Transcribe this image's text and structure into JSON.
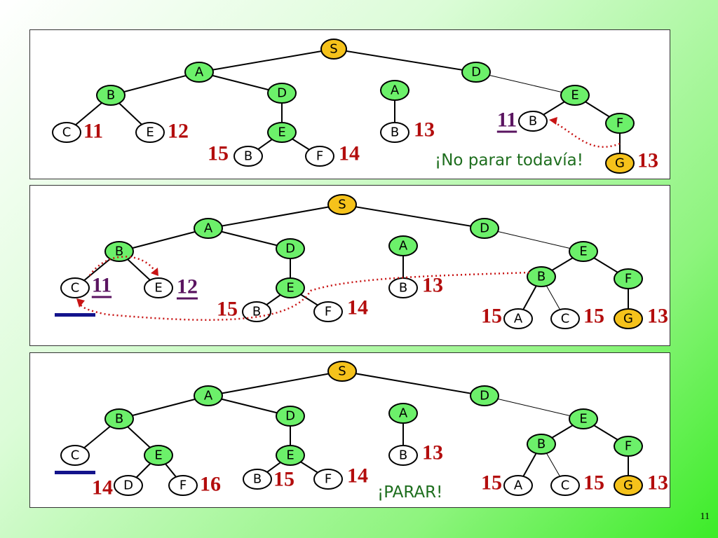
{
  "colors": {
    "green_node": "#6cf06a",
    "orange_node": "#f5c21b",
    "white_node": "#ffffff",
    "cost_red": "#b30d0d",
    "cost_purple": "#5a1460",
    "message_green": "#1e6e1e",
    "arrow_red": "#c81414",
    "bar_blue": "#14148c"
  },
  "panels": [
    {
      "nodes": [
        {
          "label": "S",
          "style": "orange"
        },
        {
          "label": "A",
          "style": "green"
        },
        {
          "label": "D",
          "style": "green"
        },
        {
          "label": "B",
          "style": "green"
        },
        {
          "label": "D",
          "style": "green"
        },
        {
          "label": "A",
          "style": "green"
        },
        {
          "label": "E",
          "style": "green"
        },
        {
          "label": "C",
          "style": "white"
        },
        {
          "label": "E",
          "style": "white"
        },
        {
          "label": "E",
          "style": "green"
        },
        {
          "label": "B",
          "style": "white"
        },
        {
          "label": "B",
          "style": "white"
        },
        {
          "label": "F",
          "style": "white"
        },
        {
          "label": "B",
          "style": "white"
        },
        {
          "label": "F",
          "style": "green"
        },
        {
          "label": "G",
          "style": "orange"
        }
      ],
      "costs": [
        {
          "text": "11",
          "style": "red"
        },
        {
          "text": "12",
          "style": "red"
        },
        {
          "text": "13",
          "style": "red"
        },
        {
          "text": "15",
          "style": "red"
        },
        {
          "text": "14",
          "style": "red"
        },
        {
          "text": "11",
          "style": "purple"
        },
        {
          "text": "13",
          "style": "red"
        }
      ],
      "message": "¡No parar todavía!"
    },
    {
      "nodes": [
        {
          "label": "S",
          "style": "orange"
        },
        {
          "label": "A",
          "style": "green"
        },
        {
          "label": "D",
          "style": "green"
        },
        {
          "label": "B",
          "style": "green"
        },
        {
          "label": "D",
          "style": "green"
        },
        {
          "label": "A",
          "style": "green"
        },
        {
          "label": "E",
          "style": "green"
        },
        {
          "label": "C",
          "style": "white"
        },
        {
          "label": "E",
          "style": "white"
        },
        {
          "label": "E",
          "style": "green"
        },
        {
          "label": "B",
          "style": "white"
        },
        {
          "label": "B",
          "style": "white"
        },
        {
          "label": "F",
          "style": "white"
        },
        {
          "label": "B",
          "style": "green"
        },
        {
          "label": "F",
          "style": "green"
        },
        {
          "label": "A",
          "style": "white"
        },
        {
          "label": "C",
          "style": "white"
        },
        {
          "label": "G",
          "style": "orange"
        }
      ],
      "costs": [
        {
          "text": "11",
          "style": "purple"
        },
        {
          "text": "12",
          "style": "purple"
        },
        {
          "text": "13",
          "style": "red"
        },
        {
          "text": "15",
          "style": "red"
        },
        {
          "text": "14",
          "style": "red"
        },
        {
          "text": "15",
          "style": "red"
        },
        {
          "text": "15",
          "style": "red"
        },
        {
          "text": "13",
          "style": "red"
        }
      ],
      "message": ""
    },
    {
      "nodes": [
        {
          "label": "S",
          "style": "orange"
        },
        {
          "label": "A",
          "style": "green"
        },
        {
          "label": "D",
          "style": "green"
        },
        {
          "label": "B",
          "style": "green"
        },
        {
          "label": "D",
          "style": "green"
        },
        {
          "label": "A",
          "style": "green"
        },
        {
          "label": "E",
          "style": "green"
        },
        {
          "label": "C",
          "style": "white"
        },
        {
          "label": "E",
          "style": "green"
        },
        {
          "label": "E",
          "style": "green"
        },
        {
          "label": "B",
          "style": "white"
        },
        {
          "label": "B",
          "style": "green"
        },
        {
          "label": "F",
          "style": "green"
        },
        {
          "label": "D",
          "style": "white"
        },
        {
          "label": "F",
          "style": "white"
        },
        {
          "label": "B",
          "style": "white"
        },
        {
          "label": "F",
          "style": "white"
        },
        {
          "label": "A",
          "style": "white"
        },
        {
          "label": "C",
          "style": "white"
        },
        {
          "label": "G",
          "style": "orange"
        }
      ],
      "costs": [
        {
          "text": "13",
          "style": "red"
        },
        {
          "text": "14",
          "style": "red"
        },
        {
          "text": "16",
          "style": "red"
        },
        {
          "text": "15",
          "style": "red"
        },
        {
          "text": "14",
          "style": "red"
        },
        {
          "text": "15",
          "style": "red"
        },
        {
          "text": "15",
          "style": "red"
        },
        {
          "text": "13",
          "style": "red"
        }
      ],
      "message": "¡PARAR!"
    }
  ],
  "page_number": "11"
}
